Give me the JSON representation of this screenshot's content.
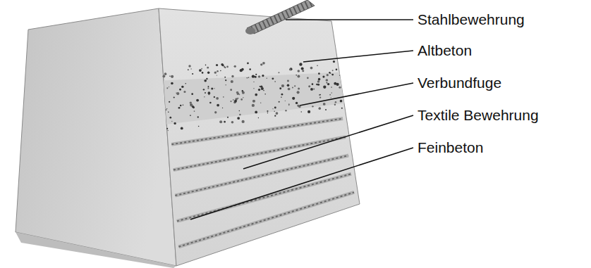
{
  "diagram": {
    "labels": [
      "Stahlbewehrung",
      "Altbeton",
      "Verbundfuge",
      "Textile Bewehrung",
      "Feinbeton"
    ]
  }
}
